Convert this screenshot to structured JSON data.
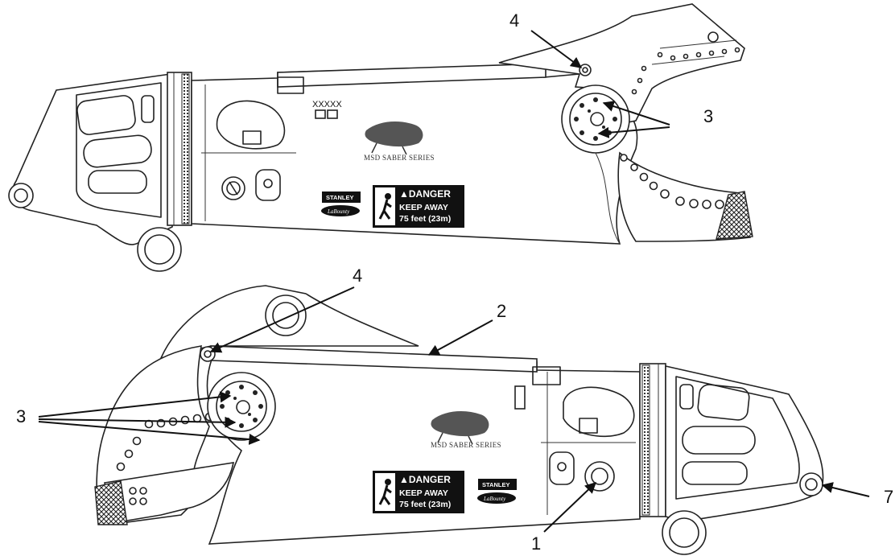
{
  "callouts": {
    "top_4": "4",
    "top_3": "3",
    "bottom_4": "4",
    "bottom_2": "2",
    "bottom_3": "3",
    "bottom_1": "1",
    "bottom_7": "7"
  },
  "top_view": {
    "serial_text": "XXXXX",
    "series_name": "MSD SABER SERIES",
    "brand_stanley": "STANLEY",
    "brand_labounty": "LaBounty",
    "danger_title": "▲DANGER",
    "danger_line1": "KEEP AWAY",
    "danger_line2": "75 feet (23m)"
  },
  "bottom_view": {
    "series_name": "MSD SABER SERIES",
    "brand_stanley": "STANLEY",
    "brand_labounty": "LaBounty",
    "danger_title": "▲DANGER",
    "danger_line1": "KEEP AWAY",
    "danger_line2": "75 feet (23m)"
  },
  "icons": [
    "arrow-icon",
    "cougar-logo-icon",
    "danger-person-icon"
  ]
}
